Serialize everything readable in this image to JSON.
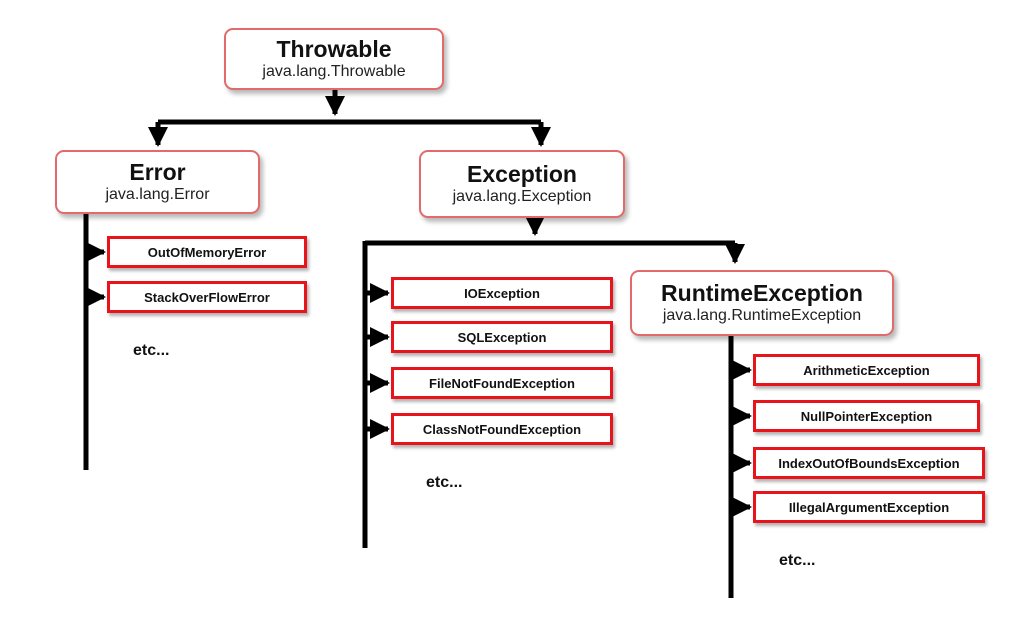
{
  "root": {
    "title": "Throwable",
    "package": "java.lang.Throwable"
  },
  "error": {
    "title": "Error",
    "package": "java.lang.Error",
    "children": [
      "OutOfMemoryError",
      "StackOverFlowError"
    ],
    "etc": "etc..."
  },
  "exception": {
    "title": "Exception",
    "package": "java.lang.Exception",
    "children": [
      "IOException",
      "SQLException",
      "FileNotFoundException",
      "ClassNotFoundException"
    ],
    "etc": "etc..."
  },
  "runtime": {
    "title": "RuntimeException",
    "package": "java.lang.RuntimeException",
    "children": [
      "ArithmeticException",
      "NullPointerException",
      "IndexOutOfBoundsException",
      "IllegalArgumentException"
    ],
    "etc": "etc..."
  },
  "colors": {
    "node_border": "#e36a6a",
    "leaf_border": "#e8141c",
    "connector": "#000000"
  }
}
